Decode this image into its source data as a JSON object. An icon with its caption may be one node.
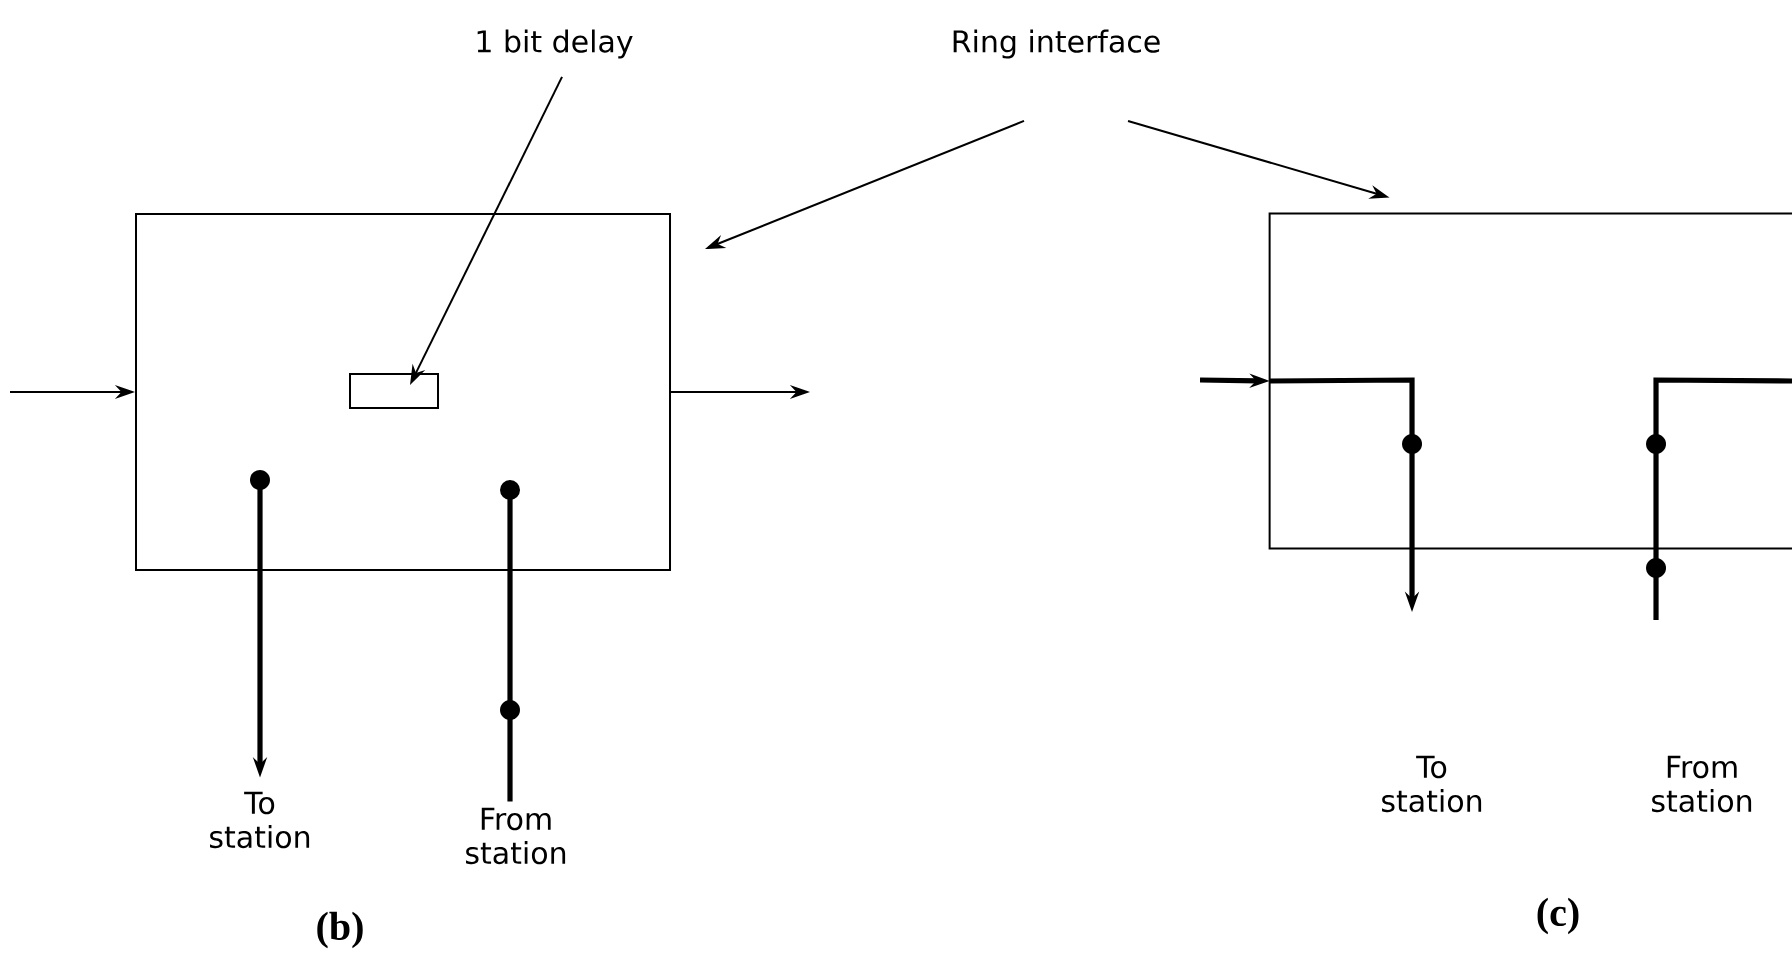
{
  "diagram": {
    "nodes": [
      {
        "text": [
          "1 bit delay"
        ]
      },
      {
        "text": [
          "Ring interface"
        ]
      },
      {
        "text": [],
        "shape": "box"
      },
      {
        "text": [],
        "shape": "box",
        "in": 2
      },
      {
        "text": [
          "To station"
        ]
      },
      {
        "text": [
          "From station"
        ]
      },
      {
        "text": [],
        "shape": "box"
      }
    ],
    "edges": [
      {
        "from": 0,
        "to": 3,
        "arrow": "to"
      },
      {
        "from": 1,
        "to": 2,
        "arrow": "to"
      },
      {
        "from": 1,
        "to": 6,
        "arrow": "to"
      },
      {
        "from": null,
        "to": 2,
        "arrow": "to"
      },
      {
        "from": 2,
        "to": null,
        "arrow": "to"
      },
      {
        "from": null,
        "to": 4,
        "arrow": "to",
        "style": "thick"
      },
      {
        "from": null,
        "to": 5,
        "arrow": "other",
        "style": "thick"
      },
      {
        "from": null,
        "to": 6,
        "arrow": "to",
        "style": "thick"
      },
      {
        "from": 6,
        "to": null,
        "arrow": "to",
        "style": "thick"
      },
      {
        "from": null,
        "to": 6,
        "arrow": "none",
        "style": "thick"
      }
    ],
    "labels": [
      "(b)",
      "To station",
      "From station",
      "(c)"
    ]
  }
}
